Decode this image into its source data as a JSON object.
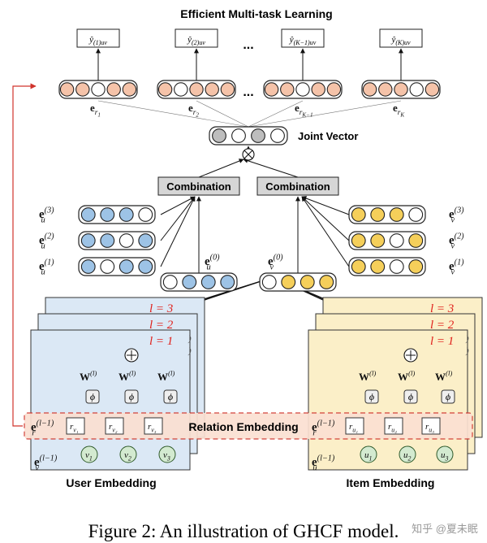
{
  "title": "Efficient Multi-task Learning",
  "outputs": [
    {
      "sym": "ŷ",
      "sub": "(1)uv"
    },
    {
      "sym": "ŷ",
      "sub": "(2)uv"
    },
    {
      "sym": "ŷ",
      "sub": "(K−1)uv"
    },
    {
      "sym": "ŷ",
      "sub": "(K)uv"
    }
  ],
  "ellipsis": "...",
  "relation_vectors": [
    {
      "base": "e",
      "sub": "r",
      "subsub": "1"
    },
    {
      "base": "e",
      "sub": "r",
      "subsub": "2"
    },
    {
      "base": "e",
      "sub": "r",
      "subsub": "K−1"
    },
    {
      "base": "e",
      "sub": "r",
      "subsub": "K"
    }
  ],
  "joint_vector_label": "Joint Vector",
  "combination_labels": [
    "Combination",
    "Combination"
  ],
  "user_layers": [
    {
      "base": "e",
      "sub": "u",
      "sup": "(3)"
    },
    {
      "base": "e",
      "sub": "u",
      "sup": "(2)"
    },
    {
      "base": "e",
      "sub": "u",
      "sup": "(1)"
    }
  ],
  "user_zero": {
    "base": "e",
    "sub": "u",
    "sup": "(0)"
  },
  "item_layers": [
    {
      "base": "e",
      "sub": "v",
      "sup": "(3)"
    },
    {
      "base": "e",
      "sub": "v",
      "sup": "(2)"
    },
    {
      "base": "e",
      "sub": "v",
      "sup": "(1)"
    }
  ],
  "item_zero": {
    "base": "e",
    "sub": "v",
    "sup": "(0)"
  },
  "layer_tags": [
    "l = 3",
    "l = 2",
    "l = 1"
  ],
  "weight": {
    "base": "W",
    "sup": "(l)"
  },
  "phi": "ϕ",
  "relation_embedding_label": "Relation Embedding",
  "relation_input": {
    "base": "e",
    "sub": "r",
    "sup": "(l−1)"
  },
  "user_side": {
    "relation_cells": [
      {
        "base": "r",
        "sub": "v₁"
      },
      {
        "base": "r",
        "sub": "v₂"
      },
      {
        "base": "r",
        "sub": "v₃"
      }
    ],
    "nodes": [
      {
        "base": "v",
        "sub": "1"
      },
      {
        "base": "v",
        "sub": "2"
      },
      {
        "base": "v",
        "sub": "3"
      }
    ],
    "input": {
      "base": "e",
      "sub": "v",
      "sup": "(l−1)"
    },
    "label": "User Embedding"
  },
  "item_side": {
    "relation_cells": [
      {
        "base": "r",
        "sub": "u₁"
      },
      {
        "base": "r",
        "sub": "u₂"
      },
      {
        "base": "r",
        "sub": "u₃"
      }
    ],
    "nodes": [
      {
        "base": "u",
        "sub": "1"
      },
      {
        "base": "u",
        "sub": "2"
      },
      {
        "base": "u",
        "sub": "3"
      }
    ],
    "input": {
      "base": "e",
      "sub": "u",
      "sup": "(l−1)"
    },
    "label": "Item Embedding"
  },
  "caption": "Figure 2: An illustration of GHCF model.",
  "watermark": "知乎 @夏未眠",
  "colors": {
    "relation_fill": "#f5c3a9",
    "relation_band": "#fbe0d2",
    "user_fill": "#9dc3e6",
    "user_panel": "#dbe8f5",
    "item_fill": "#f5cf5a",
    "item_panel": "#fbefc8",
    "node_fill": "#d3ead0",
    "gray_fill": "#bdbdbd",
    "red_tag": "#e0201b"
  }
}
